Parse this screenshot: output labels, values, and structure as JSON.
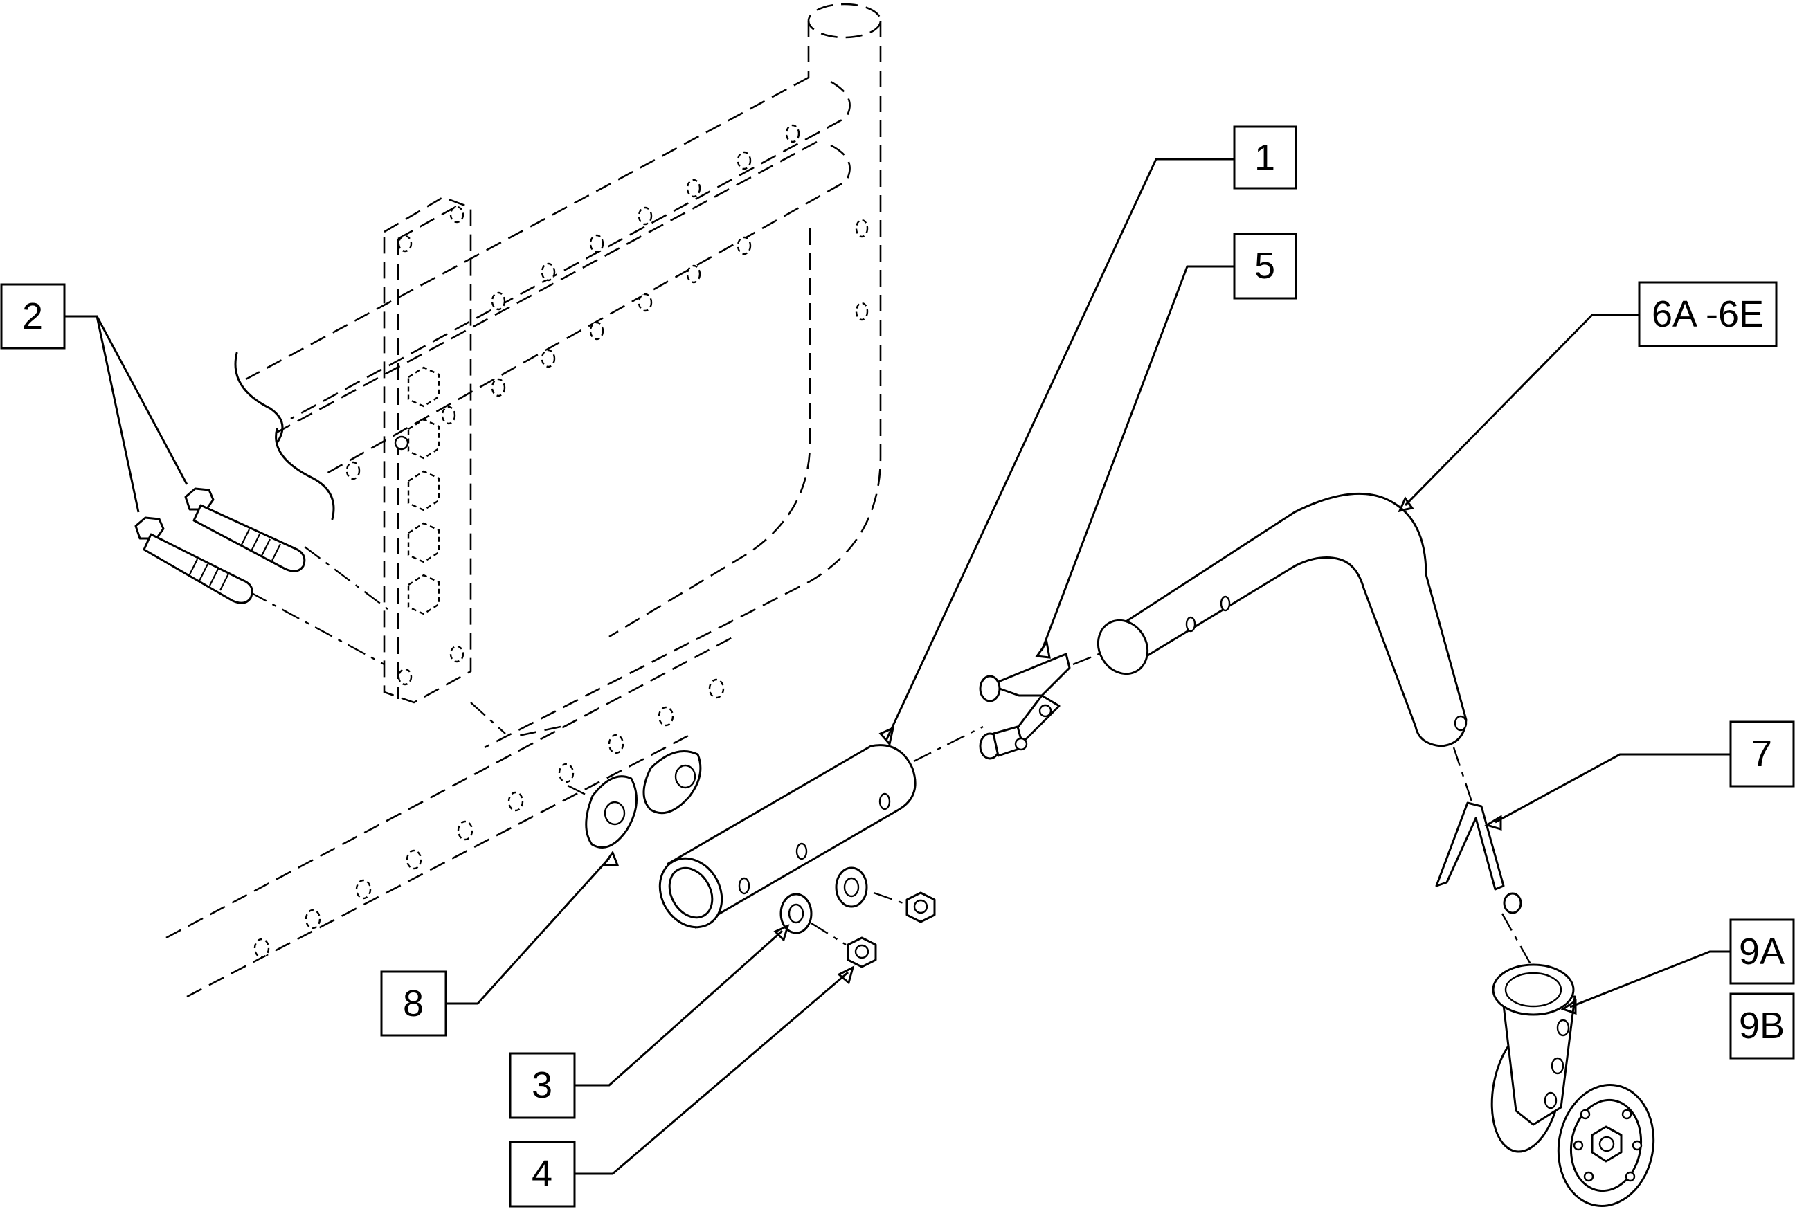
{
  "callouts": [
    {
      "id": "c1",
      "label": "1"
    },
    {
      "id": "c2",
      "label": "2"
    },
    {
      "id": "c3",
      "label": "3"
    },
    {
      "id": "c4",
      "label": "4"
    },
    {
      "id": "c5",
      "label": "5"
    },
    {
      "id": "c6",
      "label": "6A -6E"
    },
    {
      "id": "c7",
      "label": "7"
    },
    {
      "id": "c8",
      "label": "8"
    },
    {
      "id": "c9a",
      "label": "9A"
    },
    {
      "id": "c9b",
      "label": "9B"
    }
  ],
  "colors": {
    "line": "#000000",
    "background": "#ffffff"
  }
}
